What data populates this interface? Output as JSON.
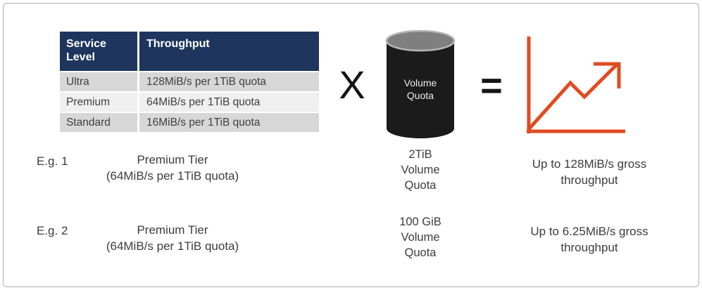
{
  "colors": {
    "table_header_navy": "#1e355e",
    "row_gray": "#d7d7d7",
    "row_light": "#efefef",
    "chart_orange": "#e04b21",
    "cylinder_body_black": "#1b1b1b",
    "cylinder_top_gray": "#7f7f7f",
    "frame_border_gray": "#aeaeae"
  },
  "table": {
    "headers": [
      "Service Level",
      "Throughput"
    ],
    "rows": [
      {
        "service_level": "Ultra",
        "throughput": "128MiB/s per 1TiB quota"
      },
      {
        "service_level": "Premium",
        "throughput": "64MiB/s per 1TiB quota"
      },
      {
        "service_level": "Standard",
        "throughput": "16MiB/s per 1TiB quota"
      }
    ]
  },
  "operators": {
    "multiply": "X",
    "equals": "="
  },
  "cylinder": {
    "line1": "Volume",
    "line2": "Quota"
  },
  "chart_icon": "growth-line-chart-with-arrow",
  "examples": [
    {
      "label": "E.g. 1",
      "tier_line1": "Premium Tier",
      "tier_line2": "(64MiB/s per 1TiB quota)",
      "quota_line1": "2TiB",
      "quota_line2": "Volume",
      "quota_line3": "Quota",
      "result_line1": "Up to 128MiB/s gross",
      "result_line2": "throughput"
    },
    {
      "label": "E.g. 2",
      "tier_line1": "Premium Tier",
      "tier_line2": "(64MiB/s per 1TiB quota)",
      "quota_line1": "100 GiB",
      "quota_line2": "Volume",
      "quota_line3": "Quota",
      "result_line1": "Up to 6.25MiB/s gross",
      "result_line2": "throughput"
    }
  ]
}
